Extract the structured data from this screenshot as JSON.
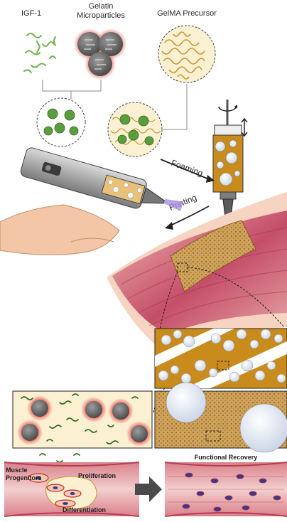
{
  "labels": {
    "igf": "IGF-1",
    "gelatin_line1": "Gelatin",
    "gelatin_line2": "Microparticles",
    "gelma": "GelMA Precursor",
    "foaming": "Foaming",
    "printing": "Printing",
    "functional_recovery": "Functional Recovery",
    "muscle_line1": "Muscle",
    "muscle_line2": "Progenitors",
    "proliferation": "Proliferation",
    "differentiation": "Differentiation"
  },
  "colors": {
    "igf_strand": "#8fd06a",
    "microparticle": "#6b6b6b",
    "microparticle_glow": "#ef5a52",
    "gelma_bg": "#fbf0d2",
    "gelma_fiber": "#c8972e",
    "syringe_fill": "#c98c1c",
    "muscle": "#c8566b",
    "skin": "#f4c9ad",
    "nucleus": "#2e3c99",
    "cell_outline": "#c62828"
  },
  "icons": {
    "rotation": "rotate-arrow-icon",
    "vertical": "up-down-arrow-icon",
    "process": "right-arrow-icon"
  }
}
